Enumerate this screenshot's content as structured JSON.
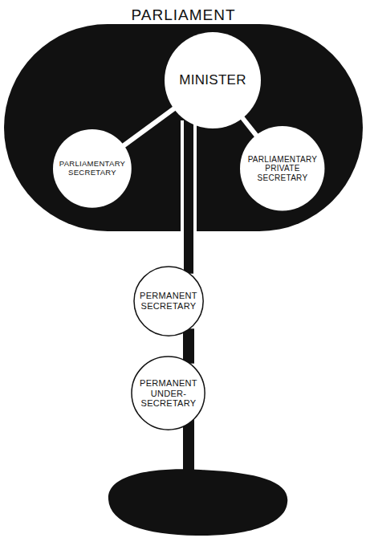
{
  "diagram": {
    "nodes": [
      {
        "text": [
          "PARLIAMENT"
        ]
      },
      {
        "text": [
          "MINISTER"
        ],
        "in": 0
      },
      {
        "text": [
          "PARLIAMENTARY SECRETARY"
        ],
        "in": 0
      },
      {
        "text": [
          "PARLIAMENTARY PRIVATE SECRETARY"
        ],
        "in": 0
      },
      {
        "text": [
          "PERMANENT SECRETARY"
        ]
      },
      {
        "text": [
          "PERMANENT UNDER- SECRETARY"
        ]
      }
    ],
    "edges": [
      {
        "from": 1,
        "to": 2,
        "arrow": "none"
      },
      {
        "from": 1,
        "to": 3,
        "arrow": "none"
      },
      {
        "from": 1,
        "to": 4,
        "arrow": "none"
      },
      {
        "from": 4,
        "to": 5,
        "arrow": "none"
      }
    ]
  }
}
